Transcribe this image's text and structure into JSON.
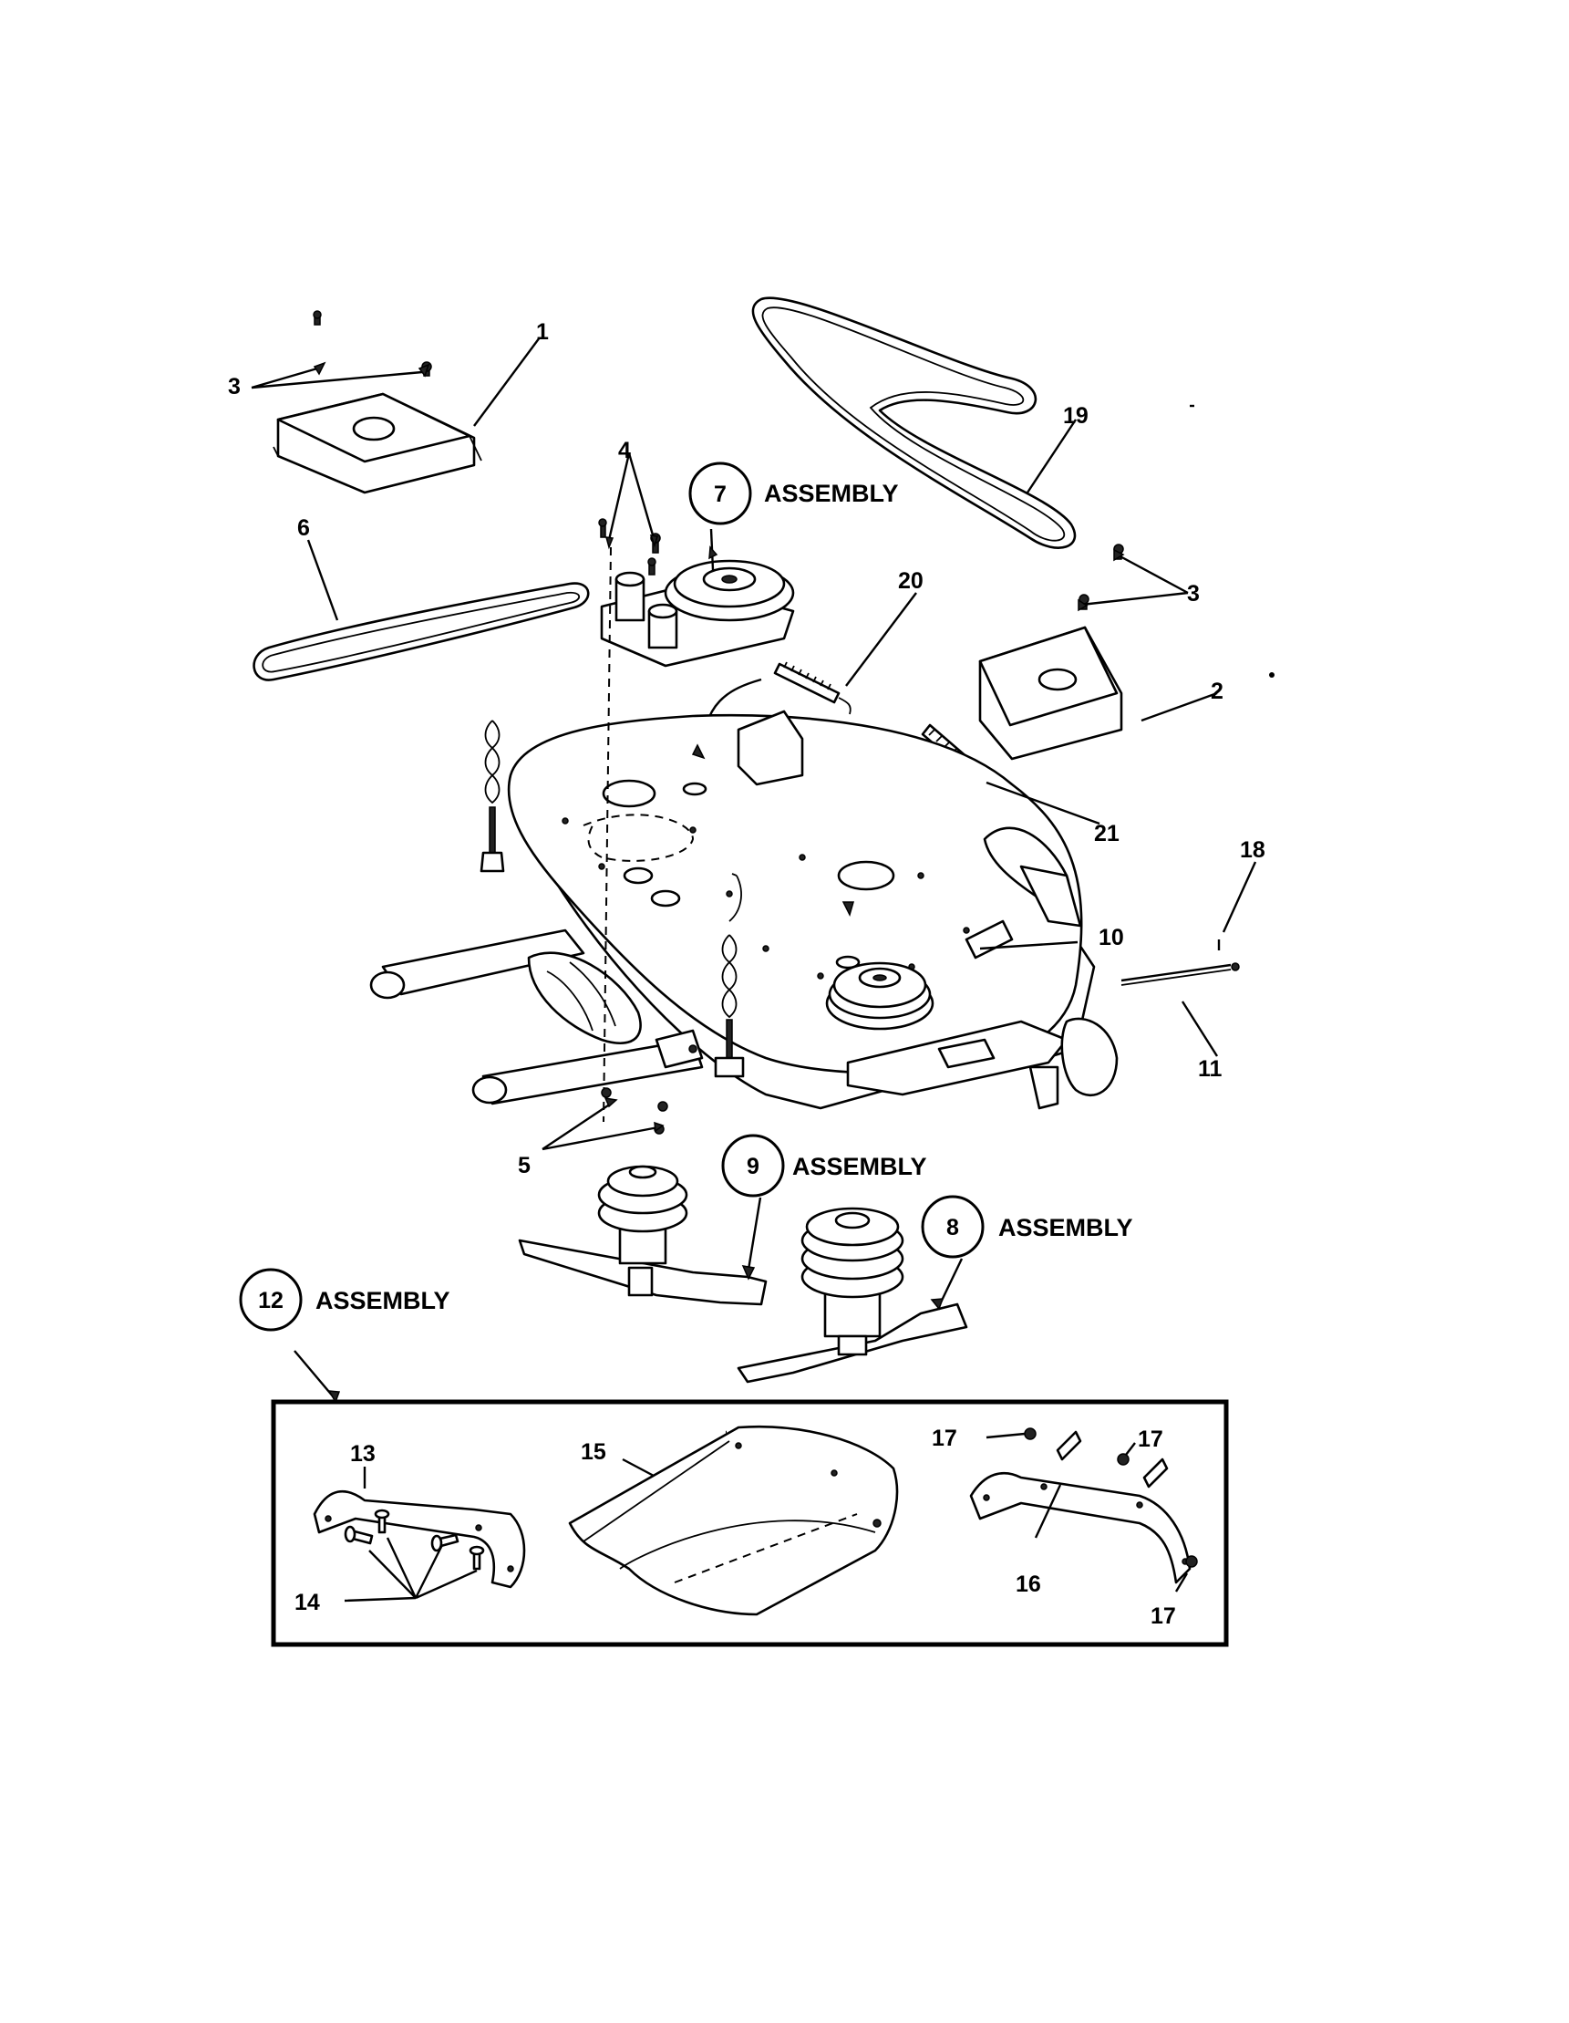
{
  "callouts": {
    "c1": "1",
    "c2": "2",
    "c3a": "3",
    "c3b": "3",
    "c4": "4",
    "c5": "5",
    "c6": "6",
    "c10": "10",
    "c11": "11",
    "c13": "13",
    "c14": "14",
    "c15": "15",
    "c16": "16",
    "c17a": "17",
    "c17b": "17",
    "c17c": "17",
    "c18": "18",
    "c19": "19",
    "c20": "20",
    "c21": "21"
  },
  "assemblies": {
    "a7": {
      "number": "7",
      "label": "ASSEMBLY"
    },
    "a8": {
      "number": "8",
      "label": "ASSEMBLY"
    },
    "a9": {
      "number": "9",
      "label": "ASSEMBLY"
    },
    "a12": {
      "number": "12",
      "label": "ASSEMBLY"
    }
  }
}
